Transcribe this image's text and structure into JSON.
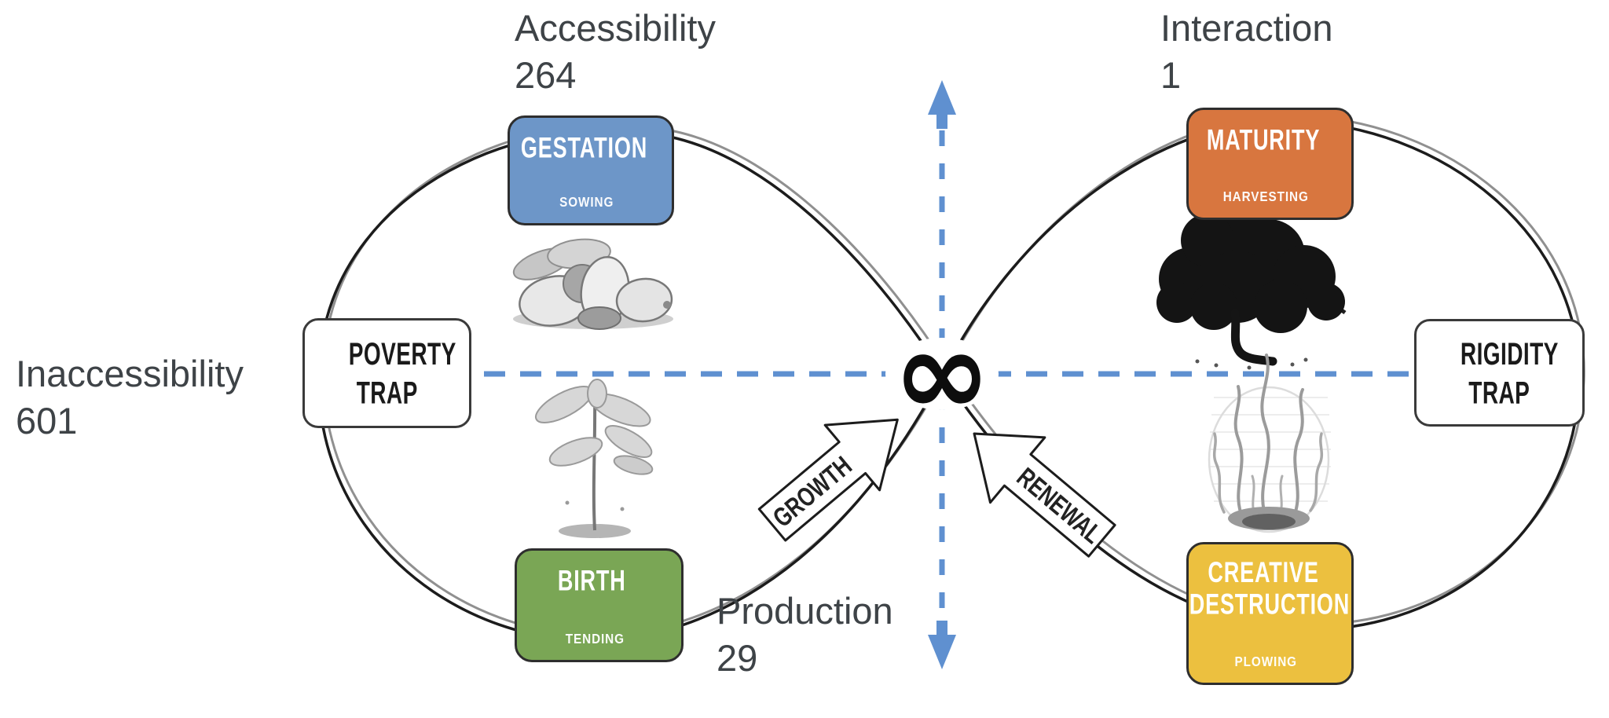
{
  "quadrant_labels": {
    "top_left": {
      "name": "Accessibility",
      "value": "264"
    },
    "top_right": {
      "name": "Interaction",
      "value": "1"
    },
    "bottom_left": {
      "name": "Inaccessibility",
      "value": "601"
    },
    "bottom_right": {
      "name": "Production",
      "value": "29"
    }
  },
  "phase_boxes": {
    "gestation": {
      "title": "GESTATION",
      "subtitle": "SOWING",
      "color": "#6d96c8"
    },
    "maturity": {
      "title": "MATURITY",
      "subtitle": "HARVESTING",
      "color": "#d8763f"
    },
    "birth": {
      "title": "BIRTH",
      "subtitle": "TENDING",
      "color": "#7aa655"
    },
    "creative_destruction": {
      "title": "CREATIVE DESTRUCTION",
      "subtitle": "PLOWING",
      "color": "#ecc03f"
    }
  },
  "trap_boxes": {
    "poverty": {
      "title": "POVERTY TRAP"
    },
    "rigidity": {
      "title": "RIGIDITY TRAP"
    }
  },
  "transition_arrows": {
    "growth": {
      "label": "GROWTH"
    },
    "renewal": {
      "label": "RENEWAL"
    }
  },
  "icons": {
    "infinity_knot_glyph": "∞"
  },
  "illustrations": {
    "acorns": "acorn cluster sketch",
    "sapling": "oak sapling sketch",
    "oak_tree": "mature oak tree sketch",
    "fire": "fire flames sketch"
  },
  "colors": {
    "axis_blue": "#5f90d0",
    "label_gray": "#3e4347",
    "loop_black": "#1c1c1c",
    "loop_gray": "#909090"
  }
}
